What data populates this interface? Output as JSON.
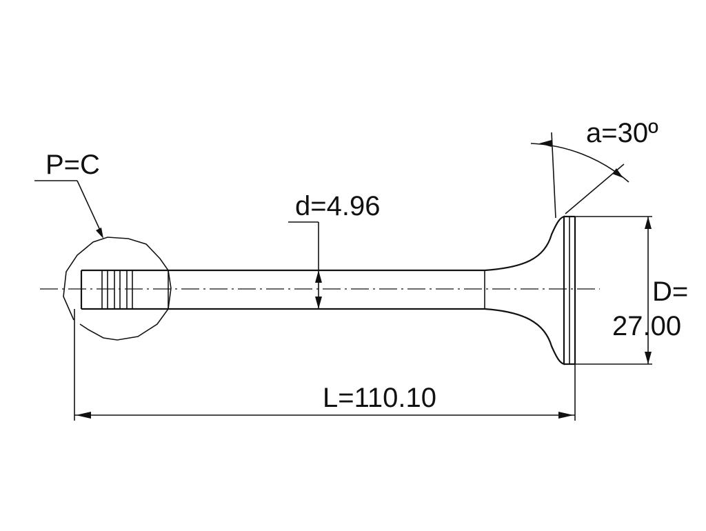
{
  "labels": {
    "p": "P=C",
    "d": "d=4.96",
    "a": "a=30º",
    "d_big_1": "D=",
    "d_big_2": "27.00",
    "l": "L=110.10"
  }
}
